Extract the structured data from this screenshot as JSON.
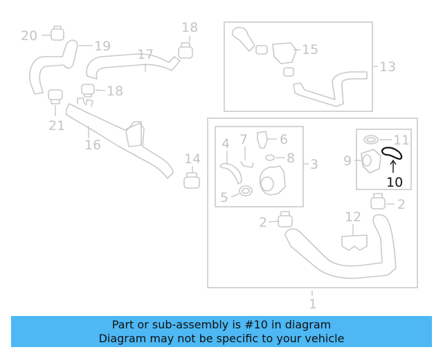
{
  "callouts": {
    "c1": "1",
    "c2a": "2",
    "c2b": "2",
    "c3": "3",
    "c4": "4",
    "c5": "5",
    "c6": "6",
    "c7": "7",
    "c8": "8",
    "c9": "9",
    "c10": "10",
    "c11": "11",
    "c12": "12",
    "c13": "13",
    "c14": "14",
    "c15": "15",
    "c16": "16",
    "c17": "17",
    "c18a": "18",
    "c18b": "18",
    "c19": "19",
    "c20": "20",
    "c21": "21"
  },
  "highlighted_part": "10",
  "colors": {
    "banner": "#4db8f4",
    "highlight": "#111111",
    "faded": "#c9c9c9"
  },
  "banner": {
    "line1": "Part or sub-assembly is #10 in diagram",
    "line2": "Diagram may not be specific to your vehicle"
  }
}
